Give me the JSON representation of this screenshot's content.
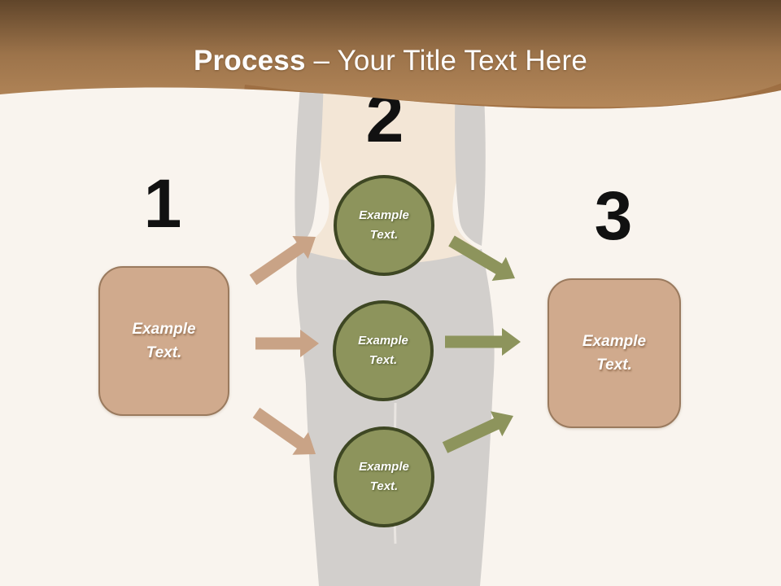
{
  "title": {
    "bold": "Process",
    "rest": " – Your Title Text Here"
  },
  "steps": [
    {
      "number": "1",
      "label": "Example Text."
    },
    {
      "number": "2",
      "labels": [
        "Example Text.",
        "Example Text.",
        "Example Text."
      ]
    },
    {
      "number": "3",
      "label": "Example Text."
    }
  ],
  "colors": {
    "banner_top": "#60452a",
    "banner_bottom": "#b5885a",
    "banner_swoosh": "#8d5c2e",
    "background": "#f9f4ee",
    "tan_shape": "#d0aa8d",
    "tan_shape_border": "#9a7a5e",
    "green_shape": "#8d945c",
    "green_shape_border": "#3e4723",
    "arrow_tan": "#c9a386",
    "arrow_green": "#8d945c",
    "skin_tone": "#f3e6d6",
    "clothing_gray": "#d2cfcc",
    "number_color": "#111111",
    "shape_text_color": "#ffffff"
  }
}
